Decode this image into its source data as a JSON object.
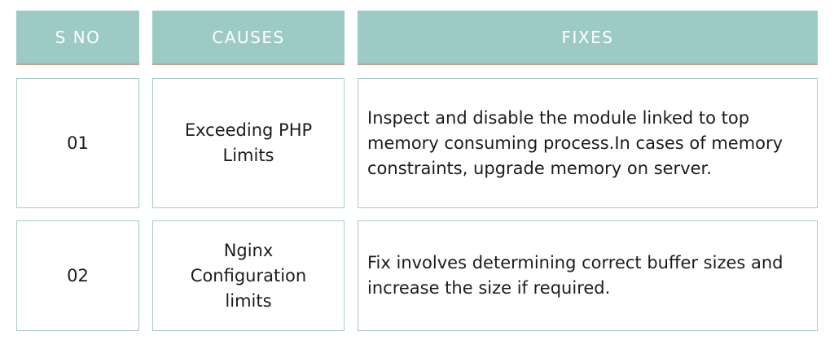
{
  "table": {
    "headers": {
      "sno": "S NO",
      "causes": "CAUSES",
      "fixes": "FIXES"
    },
    "rows": [
      {
        "sno": "01",
        "cause": "Exceeding PHP Limits",
        "fix": "Inspect and disable the module linked to top memory consuming process.In cases of memory constraints, upgrade memory on server."
      },
      {
        "sno": "02",
        "cause": "Nginx Configuration limits",
        "fix": "Fix involves determining correct buffer sizes and increase the size if required."
      }
    ]
  },
  "colors": {
    "header_bg": "#9ecac6",
    "header_text": "#ffffff",
    "header_underline": "#c99a91",
    "cell_border": "#a9cbc7"
  }
}
